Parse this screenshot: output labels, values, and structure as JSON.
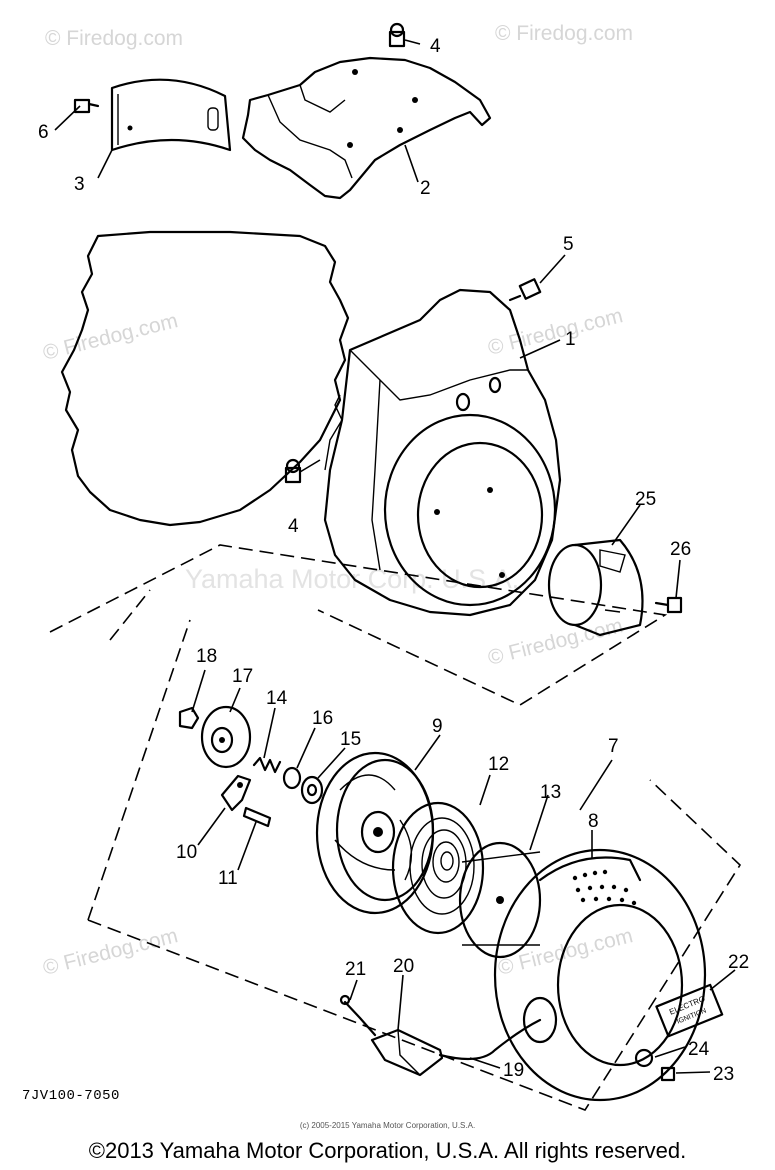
{
  "watermarks": {
    "firedog": "© Firedog.com",
    "yamaha": "Yamaha Motor Corp. U.S.A."
  },
  "callouts": {
    "c1": "1",
    "c2": "2",
    "c3": "3",
    "c4a": "4",
    "c4b": "4",
    "c5": "5",
    "c6": "6",
    "c7": "7",
    "c8": "8",
    "c9": "9",
    "c10": "10",
    "c11": "11",
    "c12": "12",
    "c13": "13",
    "c14": "14",
    "c15": "15",
    "c16": "16",
    "c17": "17",
    "c18": "18",
    "c19": "19",
    "c20": "20",
    "c21": "21",
    "c22": "22",
    "c23": "23",
    "c24": "24",
    "c25": "25",
    "c26": "26"
  },
  "decal_text": {
    "line1": "ELECTRO",
    "line2": "IGNITION"
  },
  "part_code": "7JV100-7050",
  "small_credit": "(c) 2005-2015 Yamaha Motor Corporation, U.S.A.",
  "copyright": "©2013 Yamaha Motor Corporation, U.S.A. All rights reserved."
}
